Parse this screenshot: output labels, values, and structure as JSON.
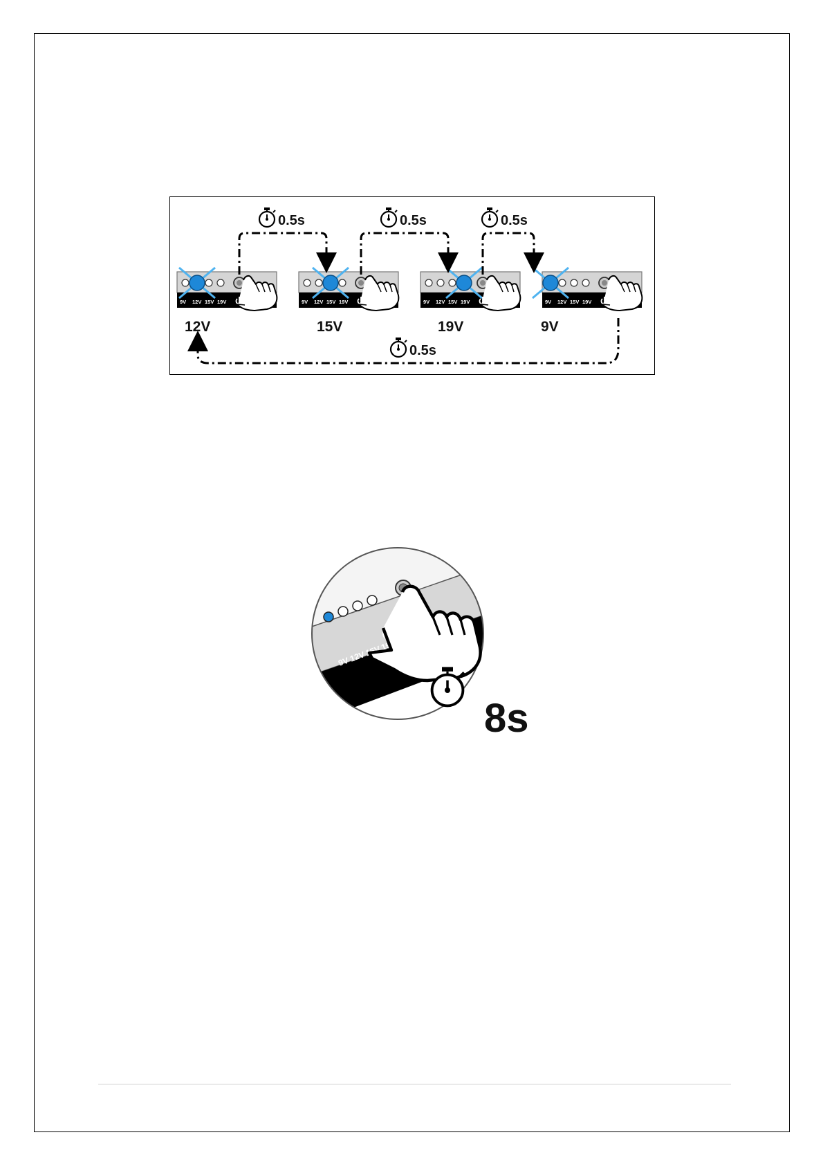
{
  "diagram_cycle": {
    "timer_label": "0.5s",
    "panel_scale_labels": [
      "9V",
      "12V",
      "15V",
      "19V"
    ],
    "steps": [
      {
        "voltage": "12V",
        "lit_led_index": 1
      },
      {
        "voltage": "15V",
        "lit_led_index": 2
      },
      {
        "voltage": "19V",
        "lit_led_index": 3
      },
      {
        "voltage": "9V",
        "lit_led_index": 0
      }
    ],
    "return_timer_label": "0.5s",
    "led_color": "#1e88d8",
    "glow_color": "#4fb3f0"
  },
  "diagram_hold": {
    "timer_label": "8s",
    "panel_scale_labels": [
      "9V",
      "12V",
      "15V",
      "19V"
    ],
    "lit_led_index": 0,
    "led_color": "#1e88d8"
  }
}
